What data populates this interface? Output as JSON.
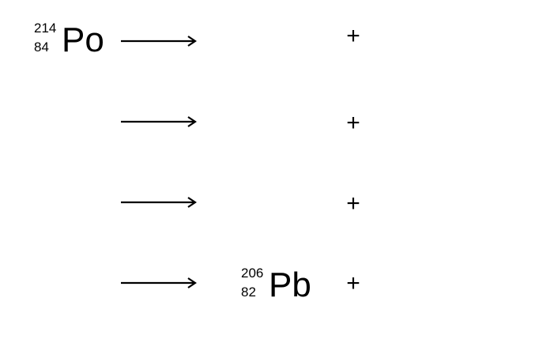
{
  "reactant": {
    "mass_number": "214",
    "atomic_number": "84",
    "symbol": "Po"
  },
  "product": {
    "mass_number": "206",
    "atomic_number": "82",
    "symbol": "Pb"
  },
  "operators": {
    "plus_1": "+",
    "plus_2": "+",
    "plus_3": "+",
    "plus_4": "+"
  },
  "arrow_icon": "right-arrow-icon",
  "colors": {
    "text": "#000000",
    "background": "#ffffff"
  }
}
